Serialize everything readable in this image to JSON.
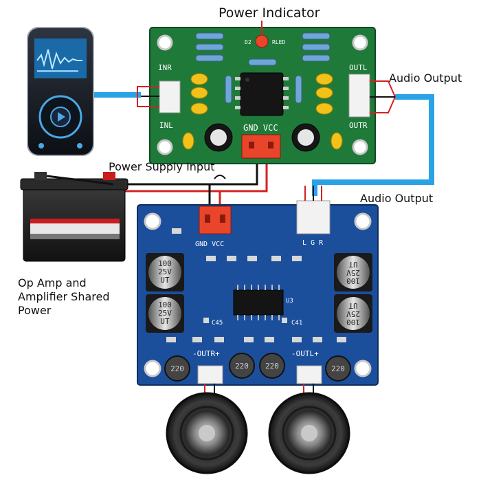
{
  "labels": {
    "power_indicator": "Power Indicator",
    "audio_output_top": "Audio Output",
    "power_supply_input": "Power Supply Input",
    "audio_output_mid": "Audio Output",
    "shared_power_line1": "Op Amp and",
    "shared_power_line2": "Amplifier Shared",
    "shared_power_line3": "Power"
  },
  "preamp_board": {
    "inr": "INR",
    "inl": "INL",
    "outl": "OUTL",
    "outr": "OUTR",
    "gnd_vcc": "GND VCC",
    "d2": "D2",
    "rled": "RLED"
  },
  "amp_board": {
    "gnd_vcc": "GND VCC",
    "l_g_r": "L G R",
    "outr_plus": "-OUTR+",
    "outl_minus": "-OUTL+",
    "cap_left_top": [
      "100",
      "25V",
      "UT"
    ],
    "cap_left_bottom": [
      "100",
      "25V",
      "UT"
    ],
    "cap_right_top": [
      "100",
      "25V",
      "UT"
    ],
    "cap_right_bottom": [
      "100",
      "25V",
      "UT"
    ],
    "inductor": "220",
    "c45": "C45",
    "c41": "C41",
    "u3": "U3"
  },
  "colors": {
    "preamp_pcb": "#1f7a3a",
    "amp_pcb": "#1b4f9c",
    "audio_wire": "#2aa3e6",
    "power_wire": "#d42020",
    "ground_wire": "#111111",
    "connector_red": "#e8452b"
  }
}
